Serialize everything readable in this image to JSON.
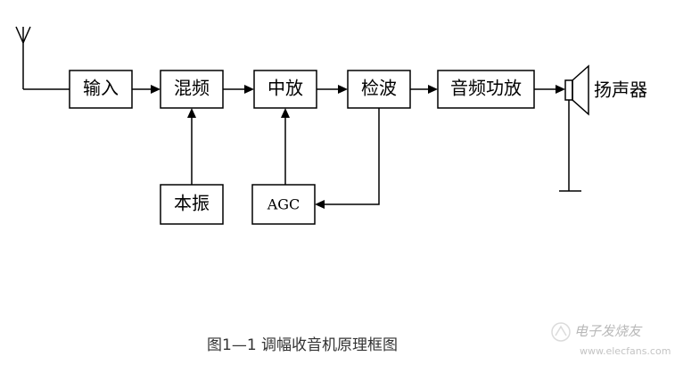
{
  "blocks": {
    "input": "输入",
    "mixer": "混频",
    "if_amp": "中放",
    "detector": "检波",
    "audio_amp": "音频功放",
    "local_osc": "本振",
    "agc": "AGC"
  },
  "speaker_label": "扬声器",
  "caption": "图1—1  调幅收音机原理框图",
  "watermark": {
    "brand": "电子发烧友",
    "url": "www.elecfans.com"
  },
  "colors": {
    "line": "#000000",
    "caption": "#333333",
    "watermark": "#b8b8b8"
  }
}
